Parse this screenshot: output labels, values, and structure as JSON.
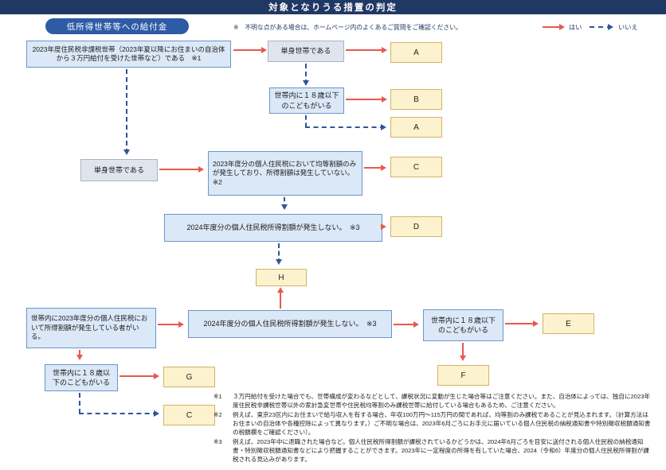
{
  "colors": {
    "header_bg": "#203864",
    "badge_bg": "#2e5ba6",
    "node_bg": "#dbe8f7",
    "result_bg": "#fcf2cd",
    "yes_color": "#e8584e",
    "no_color": "#2f5597"
  },
  "header": {
    "title": "対象となりうる措置の判定"
  },
  "intro": {
    "program_label": "低所得世帯等への給付金",
    "note": "※　不明な点がある場合は、ホームページ内のよくあるご質問をご確認ください。",
    "legend_yes": "はい",
    "legend_no": "いいえ"
  },
  "nodes": {
    "start": "2023年度住民税非課税世帯（2023年夏以降にお住まいの自治体から３万円給付を受けた世帯など）である　※1",
    "single_top": "単身世帯である",
    "child_top": "世帯内に１８歳以下のこどもがいる",
    "single_left": "単身世帯である",
    "equal_only_2023": "2023年度分の個人住民税において均等割額のみが発生しており、所得割額は発生していない。※2",
    "no_income_levy_2024_upper": "2024年度分の個人住民税所得割額が発生しない。　※3",
    "income_levy_member_2023": "世帯内に2023年度分の個人住民税において所得割額が発生している者がいる。",
    "no_income_levy_2024_lower": "2024年度分の個人住民税所得割額が発生しない。　※3",
    "child_right": "世帯内に１８歳以下のこどもがいる",
    "child_left": "世帯内に１８歳以下のこどもがいる"
  },
  "results": {
    "a_top": "A",
    "b": "B",
    "a_second": "A",
    "c_upper": "C",
    "d": "D",
    "h": "H",
    "e": "E",
    "f": "F",
    "g": "G",
    "c_lower": "C"
  },
  "footnotes": [
    {
      "label": "※1",
      "text": "３万円給付を受けた場合でも、世帯構成が変わるなどとして、課税状況に変動が生じた場合等はご注意ください。また、自治体によっては、独自に2023年度住民税非課税世帯以外の家計急変世帯や住民税均等割のみ課税世帯に給付している場合もあるため、ご注意ください。"
    },
    {
      "label": "※2",
      "text": "例えば、東京23区内にお住まいで給与収入を有する場合、年収100万円～115万円の間であれば、均等割のみ課税であることが見込まれます。（計算方法はお住まいの自治体や各種控除によって異なります。）ご不明な場合は、2023年6月ごろにお手元に届いている個人住民税の納税通知書や特別徴収税額通知書の税額欄をご確認ください）。"
    },
    {
      "label": "※3",
      "text": "例えば、2023年中に退職された場合など。個人住民税所得割額が課税されているかどうかは、2024年6月ごろを目安に送付される個人住民税の納税通知書・特別徴収税額通知書などにより把握することができます。2023年に一定程度の所得を有していた場合、2024（令和6）年度分の個人住民税所得割が課税される見込みがあります。"
    }
  ]
}
